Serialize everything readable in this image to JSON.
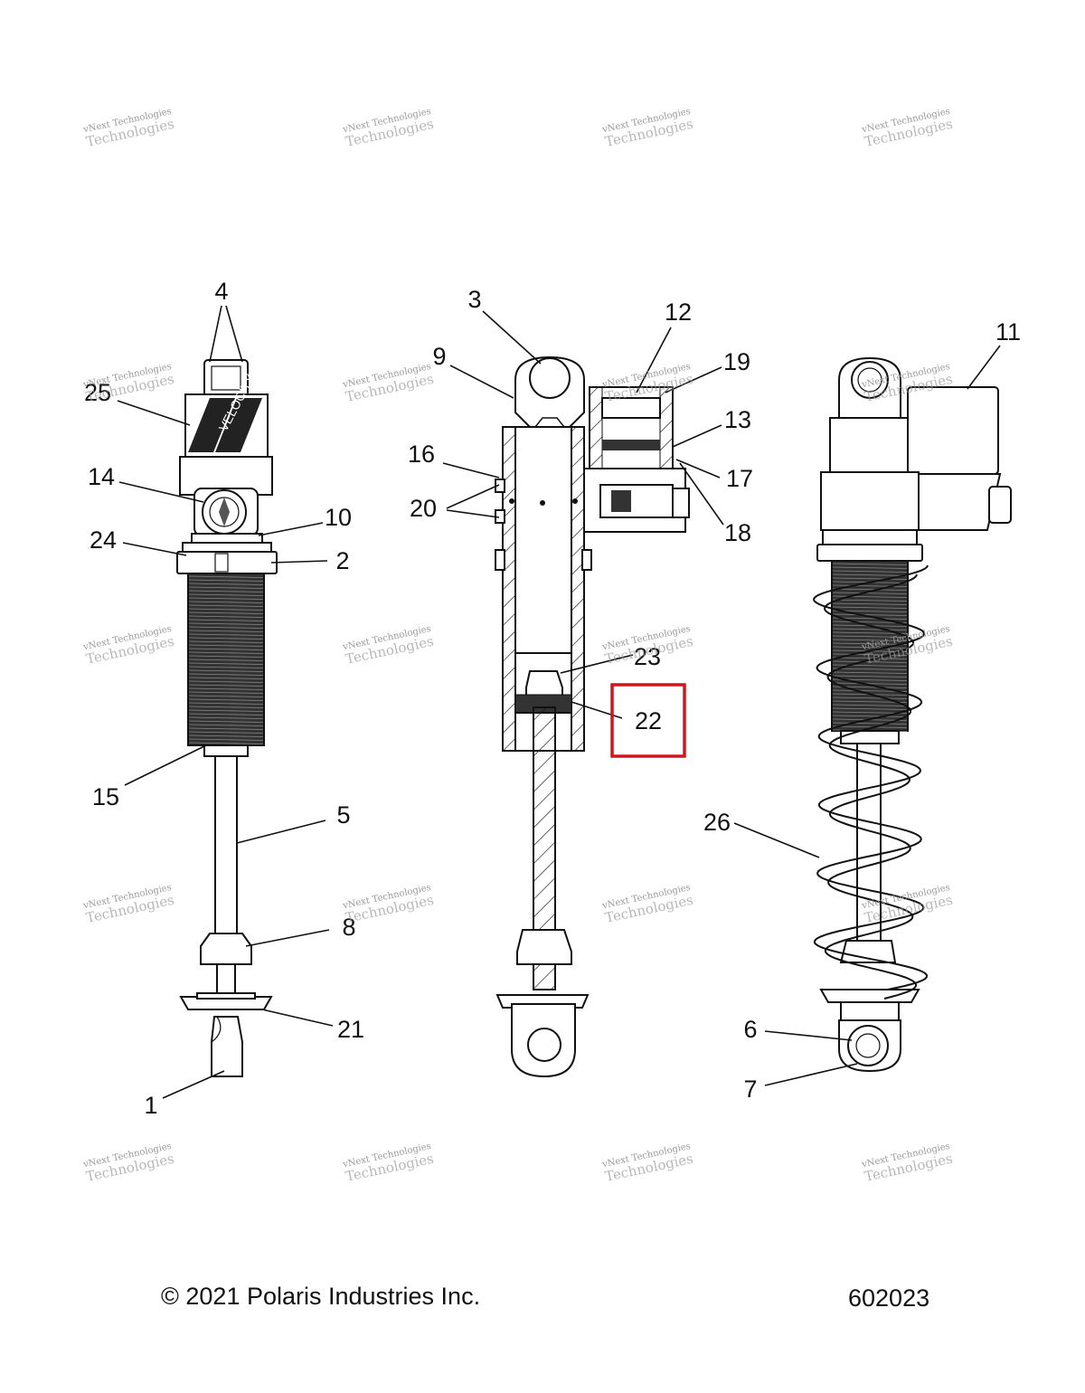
{
  "diagram": {
    "callouts": [
      "1",
      "2",
      "3",
      "4",
      "5",
      "6",
      "7",
      "8",
      "9",
      "10",
      "11",
      "12",
      "13",
      "14",
      "15",
      "16",
      "17",
      "18",
      "19",
      "20",
      "21",
      "22",
      "23",
      "24",
      "25",
      "26"
    ],
    "highlighted_callout": "22",
    "highlight_color": "#d0161c",
    "logo_text": "VELOCITY"
  },
  "watermark": {
    "line1": "vNext Technologies",
    "line2": "Technologies"
  },
  "footer": {
    "copyright": "© 2021 Polaris Industries Inc.",
    "diagram_number": "602023"
  }
}
